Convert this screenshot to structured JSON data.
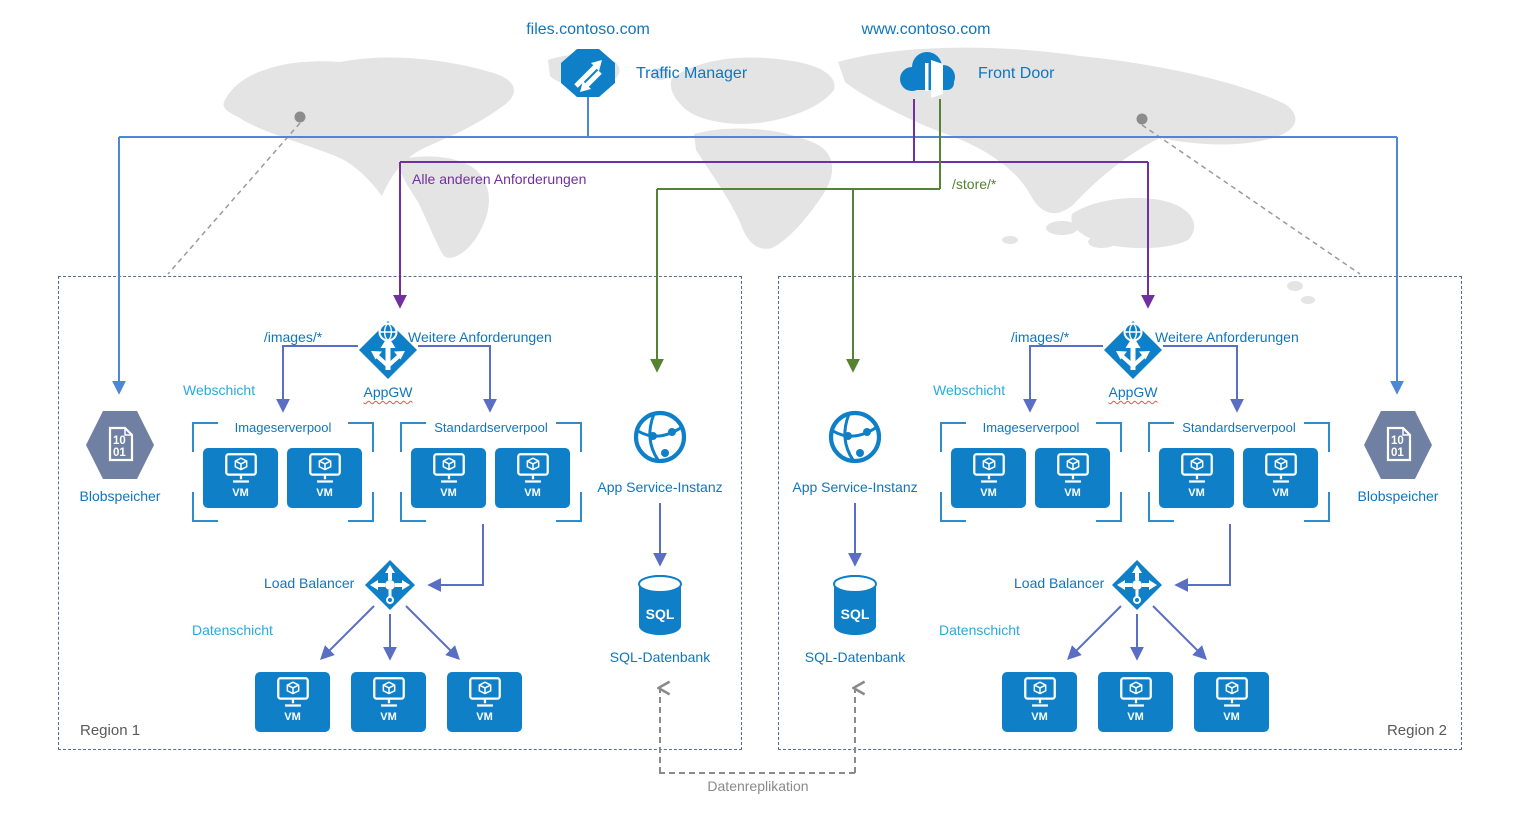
{
  "top_nodes": {
    "traffic_manager": {
      "domain": "files.contoso.com",
      "label": "Traffic Manager"
    },
    "front_door": {
      "domain": "www.contoso.com",
      "label": "Front Door"
    }
  },
  "routing_labels": {
    "all_other_requests": "Alle anderen Anforderungen",
    "store_path": "/store/*",
    "images_path": "/images/*",
    "other_requests": "Weitere Anforderungen"
  },
  "shared_labels": {
    "webschicht": "Webschicht",
    "datenschicht": "Datenschicht",
    "appgw": "AppGW",
    "imageserverpool": "Imageserverpool",
    "standardserverpool": "Standardserverpool",
    "vm": "VM",
    "load_balancer": "Load Balancer",
    "blob_storage": "Blobspeicher",
    "blob_digits_top": "10",
    "blob_digits_bottom": "01",
    "app_service": "App Service-Instanz",
    "sql": "SQL",
    "sql_database": "SQL-Datenbank"
  },
  "regions": [
    {
      "name": "Region 1"
    },
    {
      "name": "Region 2"
    }
  ],
  "replication_label": "Datenreplikation",
  "colors": {
    "azure_blue": "#0f80c8",
    "label_blue": "#1076bc",
    "cyan": "#29a9e1",
    "purple": "#7030a0",
    "green": "#568233",
    "connector_indigo": "#5a6fc4",
    "tm_line_blue": "#4e86d8",
    "hexagon_slate": "#6f80a3",
    "region_border": "#54708c",
    "replication_gray": "#8a8a8a",
    "map_gray": "#e4e4e4"
  }
}
